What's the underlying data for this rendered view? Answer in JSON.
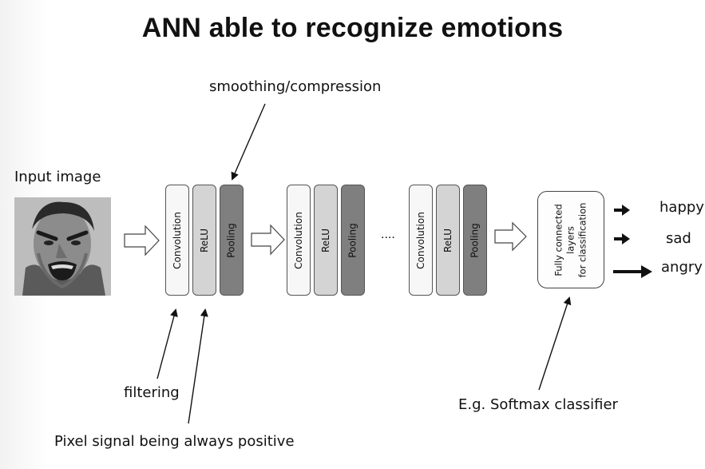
{
  "title": "ANN able to recognize emotions",
  "labels": {
    "input_image": "Input image",
    "smoothing": "smoothing/compression",
    "filtering": "filtering",
    "pixel_signal": "Pixel signal being always positive",
    "softmax": "E.g. Softmax classifier",
    "ellipsis": "...."
  },
  "blocks": {
    "convolution": "Convolution",
    "relu": "ReLU",
    "pooling": "Pooling"
  },
  "fc_layer": {
    "line1": "Fully connected",
    "line2": "layers",
    "line3": "for classification"
  },
  "outputs": [
    "happy",
    "sad",
    "angry"
  ],
  "colors": {
    "convolution": "#f7f7f7",
    "relu": "#d4d4d4",
    "pooling": "#7f7f7f"
  },
  "icons": {
    "hollow_arrow": "right-arrow-outline",
    "pointer": "line-arrow",
    "output_arrow": "solid-right-arrow"
  }
}
